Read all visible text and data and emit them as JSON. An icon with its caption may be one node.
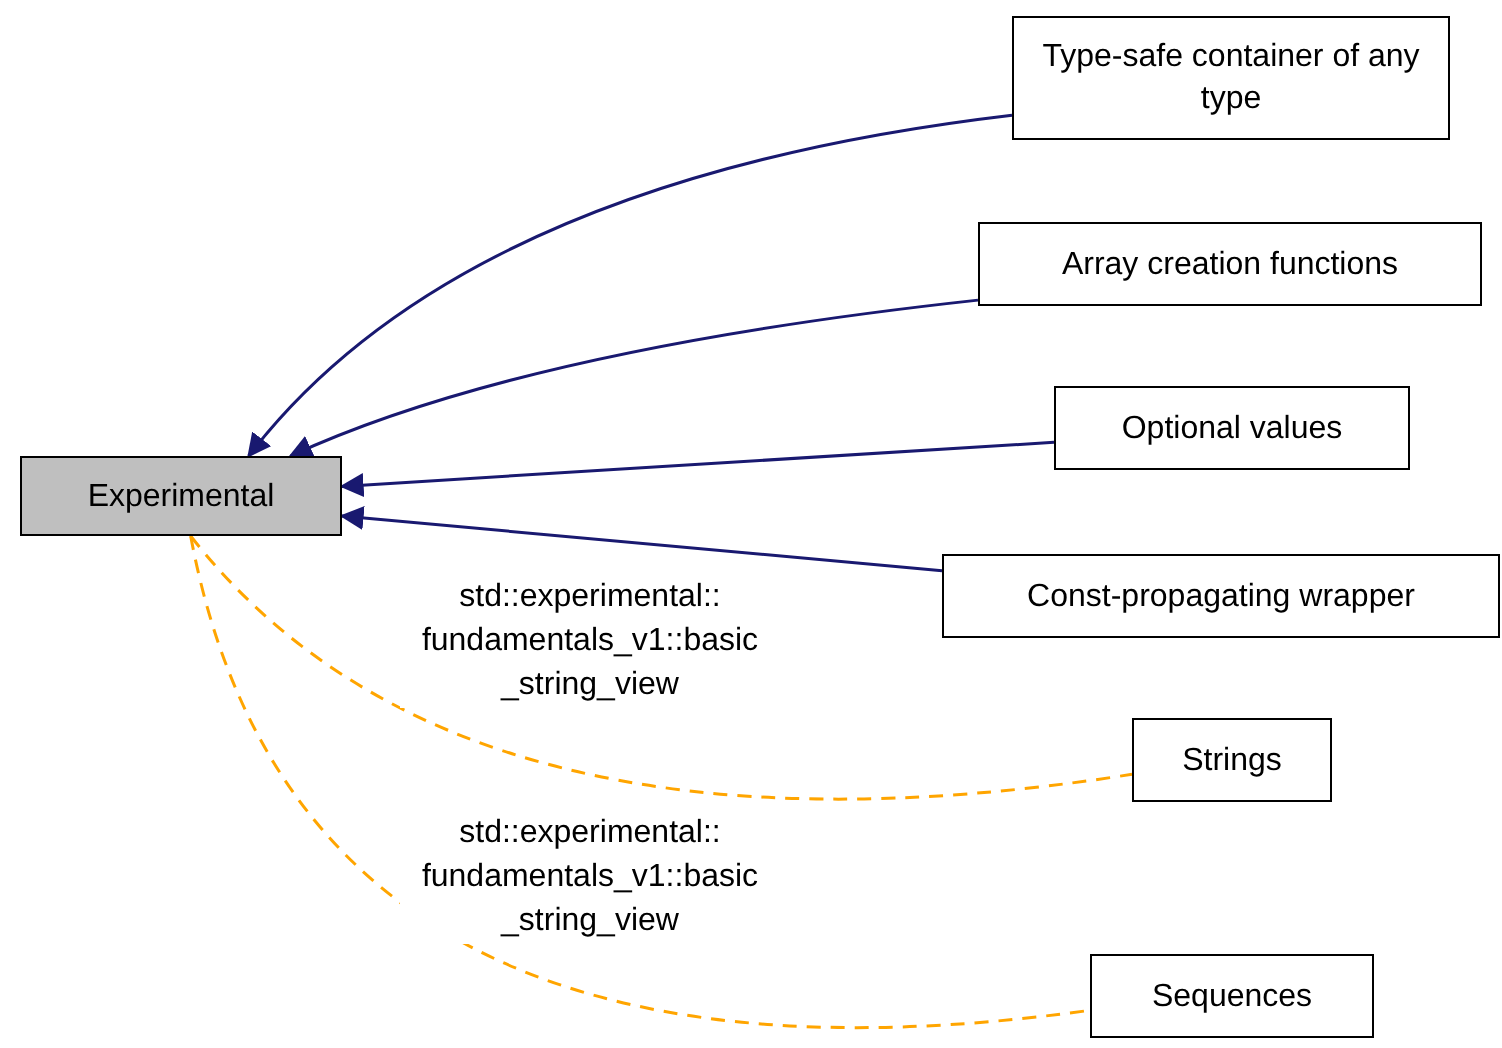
{
  "diagram": {
    "nodes": [
      {
        "text": [
          "Experimental"
        ]
      },
      {
        "text": [
          "Type-safe container of any type"
        ]
      },
      {
        "text": [
          "Array creation functions"
        ]
      },
      {
        "text": [
          "Optional values"
        ]
      },
      {
        "text": [
          "Const-propagating wrapper"
        ]
      },
      {
        "text": [
          "Strings"
        ]
      },
      {
        "text": [
          "Sequences"
        ]
      }
    ],
    "edges": [
      {
        "from": 1,
        "to": 0,
        "arrow": "to"
      },
      {
        "from": 2,
        "to": 0,
        "arrow": "to"
      },
      {
        "from": 3,
        "to": 0,
        "arrow": "to"
      },
      {
        "from": 4,
        "to": 0,
        "arrow": "to"
      },
      {
        "from": 0,
        "to": 5,
        "arrow": "none",
        "label": "std::experimental:: fundamentals_v1::basic _string_view",
        "style": "dashed",
        "color": "#ffa500"
      },
      {
        "from": 0,
        "to": 6,
        "arrow": "none",
        "label": "std::experimental:: fundamentals_v1::basic _string_view",
        "style": "dashed",
        "color": "#ffa500"
      }
    ]
  }
}
